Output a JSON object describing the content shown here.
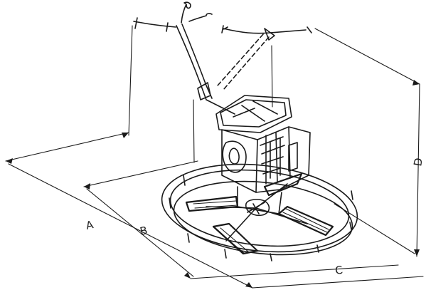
{
  "diagram": {
    "dimension_labels": {
      "a": "A",
      "b": "B",
      "c": "C",
      "d": "D"
    },
    "ink_color": "#1a1a1a",
    "background_color": "#ffffff",
    "subject_icon": "power-trowel-line-drawing"
  }
}
